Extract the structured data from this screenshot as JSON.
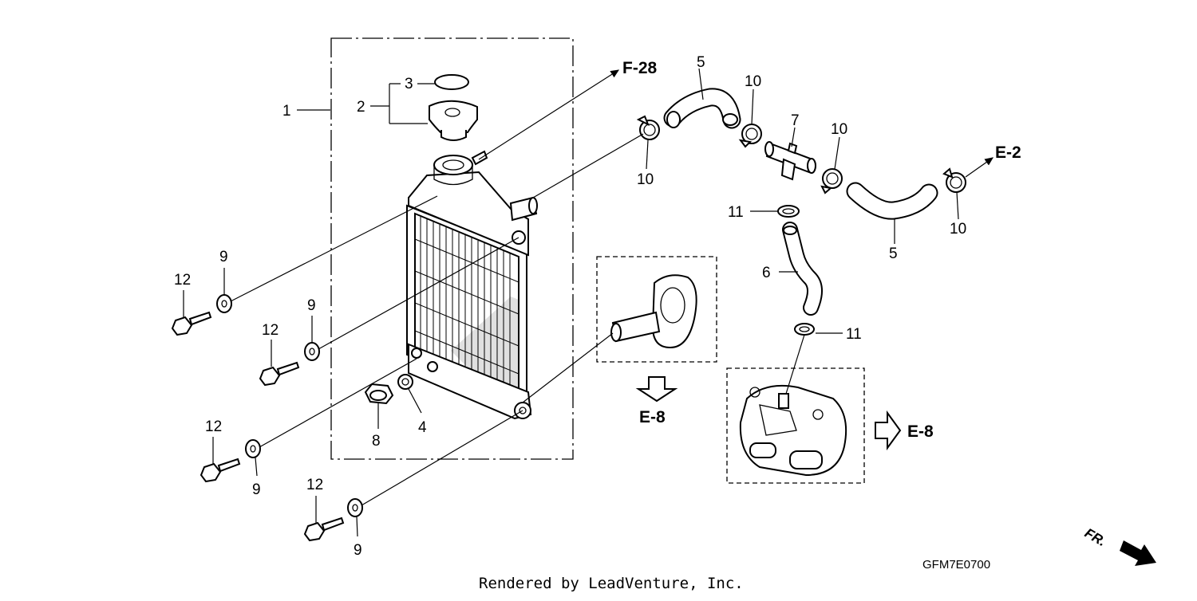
{
  "diagram": {
    "callouts": {
      "c1": "1",
      "c2": "2",
      "c3": "3",
      "c4": "4",
      "c5a": "5",
      "c5b": "5",
      "c6": "6",
      "c7": "7",
      "c8": "8",
      "c9a": "9",
      "c9b": "9",
      "c9c": "9",
      "c9d": "9",
      "c10a": "10",
      "c10b": "10",
      "c10c": "10",
      "c10d": "10",
      "c11a": "11",
      "c11b": "11",
      "c12a": "12",
      "c12b": "12",
      "c12c": "12",
      "c12d": "12"
    },
    "references": {
      "f28": "F-28",
      "e2": "E-2",
      "e8_down": "E-8",
      "e8_right": "E-8"
    },
    "direction_label": "FR.",
    "diagram_code": "GFM7E0700",
    "credit": "Rendered by LeadVenture, Inc."
  }
}
